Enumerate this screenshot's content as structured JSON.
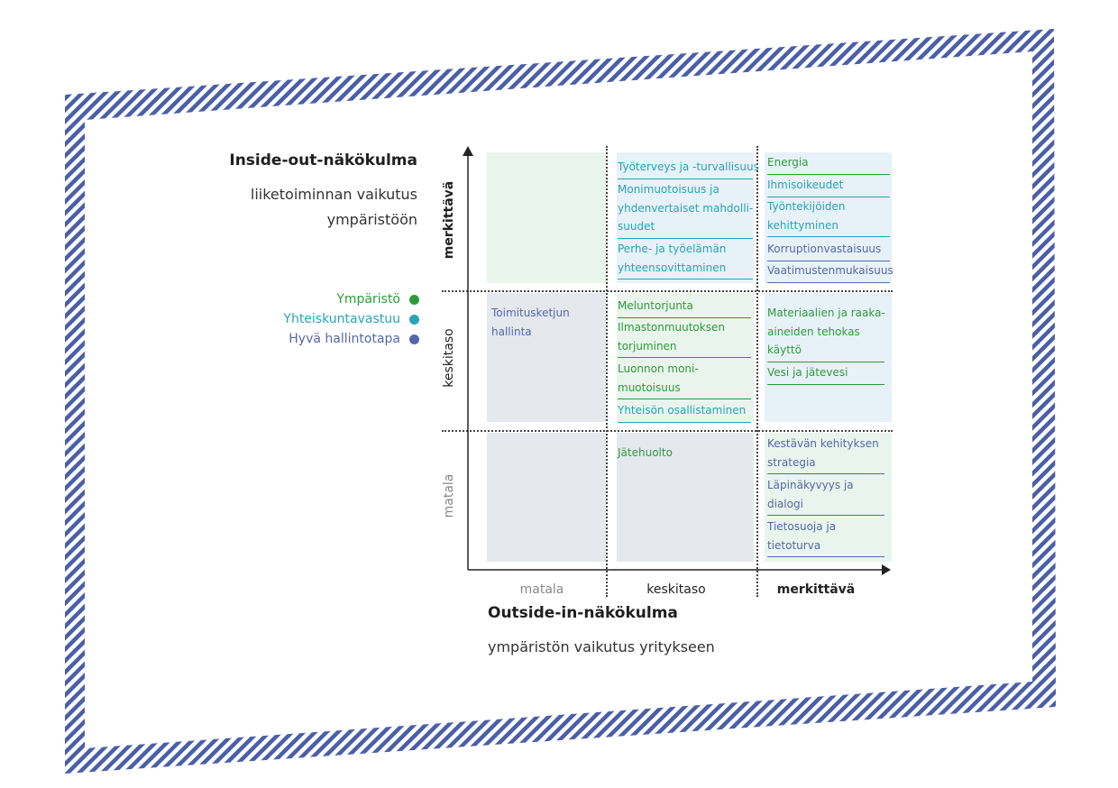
{
  "y_axis": {
    "title": "Inside-out-näkökulma",
    "subtitle": "liiketoiminnan vaikutus ympäristöön",
    "levels": [
      "matala",
      "keskitaso",
      "merkittävä"
    ]
  },
  "x_axis": {
    "title": "Outside-in-näkökulma",
    "subtitle": "ympäristön vaikutus yritykseen",
    "levels": [
      "matala",
      "keskitaso",
      "merkittävä"
    ]
  },
  "legend": [
    {
      "label": "Ympäristö",
      "color": "#2e9b3a"
    },
    {
      "label": "Yhteiskuntavastuu",
      "color": "#2aa3b4"
    },
    {
      "label": "Hyvä hallintotapa",
      "color": "#5468a8"
    }
  ],
  "colors": {
    "ymparisto": "#2e9b3a",
    "yhteiskuntavastuu": "#2aa3b4",
    "hallintotapa": "#5468a8",
    "frame_stripe": "#4a5fa8",
    "cell_green": "#e9f4ec",
    "cell_blue": "#e7f1f8",
    "cell_grey": "#e5e9ee"
  },
  "cells": {
    "top_mid": [
      {
        "lines": [
          "Työterveys ja -turvallisuus"
        ],
        "category": "yhteiskuntavastuu"
      },
      {
        "lines": [
          "Monimuotoisuus ja",
          "yhdenvertaiset mahdolli-",
          "suudet"
        ],
        "category": "yhteiskuntavastuu"
      },
      {
        "lines": [
          "Perhe- ja työelämän",
          "yhteensovittaminen"
        ],
        "category": "yhteiskuntavastuu"
      }
    ],
    "top_right": [
      {
        "lines": [
          "Energia"
        ],
        "category": "ymparisto"
      },
      {
        "lines": [
          "Ihmisoikeudet"
        ],
        "category": "yhteiskuntavastuu"
      },
      {
        "lines": [
          "Työntekijöiden",
          "kehittyminen"
        ],
        "category": "yhteiskuntavastuu"
      },
      {
        "lines": [
          "Korruptionvastaisuus"
        ],
        "category": "hallintotapa"
      },
      {
        "lines": [
          "Vaatimustenmukaisuus"
        ],
        "category": "hallintotapa"
      }
    ],
    "mid_left": [
      {
        "lines": [
          "Toimitusketjun",
          "hallinta"
        ],
        "category": "hallintotapa"
      }
    ],
    "mid_mid": [
      {
        "lines": [
          "Meluntorjunta"
        ],
        "category": "ymparisto"
      },
      {
        "lines": [
          "Ilmastonmuutoksen",
          "torjuminen"
        ],
        "category": "ymparisto"
      },
      {
        "lines": [
          "Luonnon moni-",
          "muotoisuus"
        ],
        "category": "ymparisto"
      },
      {
        "lines": [
          "Yhteisön osallistaminen"
        ],
        "category": "yhteiskuntavastuu"
      }
    ],
    "mid_right": [
      {
        "lines": [
          "Materiaalien ja raaka-",
          "aineiden tehokas",
          "käyttö"
        ],
        "category": "ymparisto"
      },
      {
        "lines": [
          "Vesi ja jätevesi"
        ],
        "category": "ymparisto"
      }
    ],
    "bot_mid": [
      {
        "lines": [
          "Jätehuolto"
        ],
        "category": "ymparisto"
      }
    ],
    "bot_right": [
      {
        "lines": [
          "Kestävän kehityksen",
          "strategia"
        ],
        "category": "hallintotapa"
      },
      {
        "lines": [
          "Läpinäkyvyys ja",
          "dialogi"
        ],
        "category": "hallintotapa"
      },
      {
        "lines": [
          "Tietosuoja ja",
          "tietoturva"
        ],
        "category": "hallintotapa"
      }
    ]
  }
}
